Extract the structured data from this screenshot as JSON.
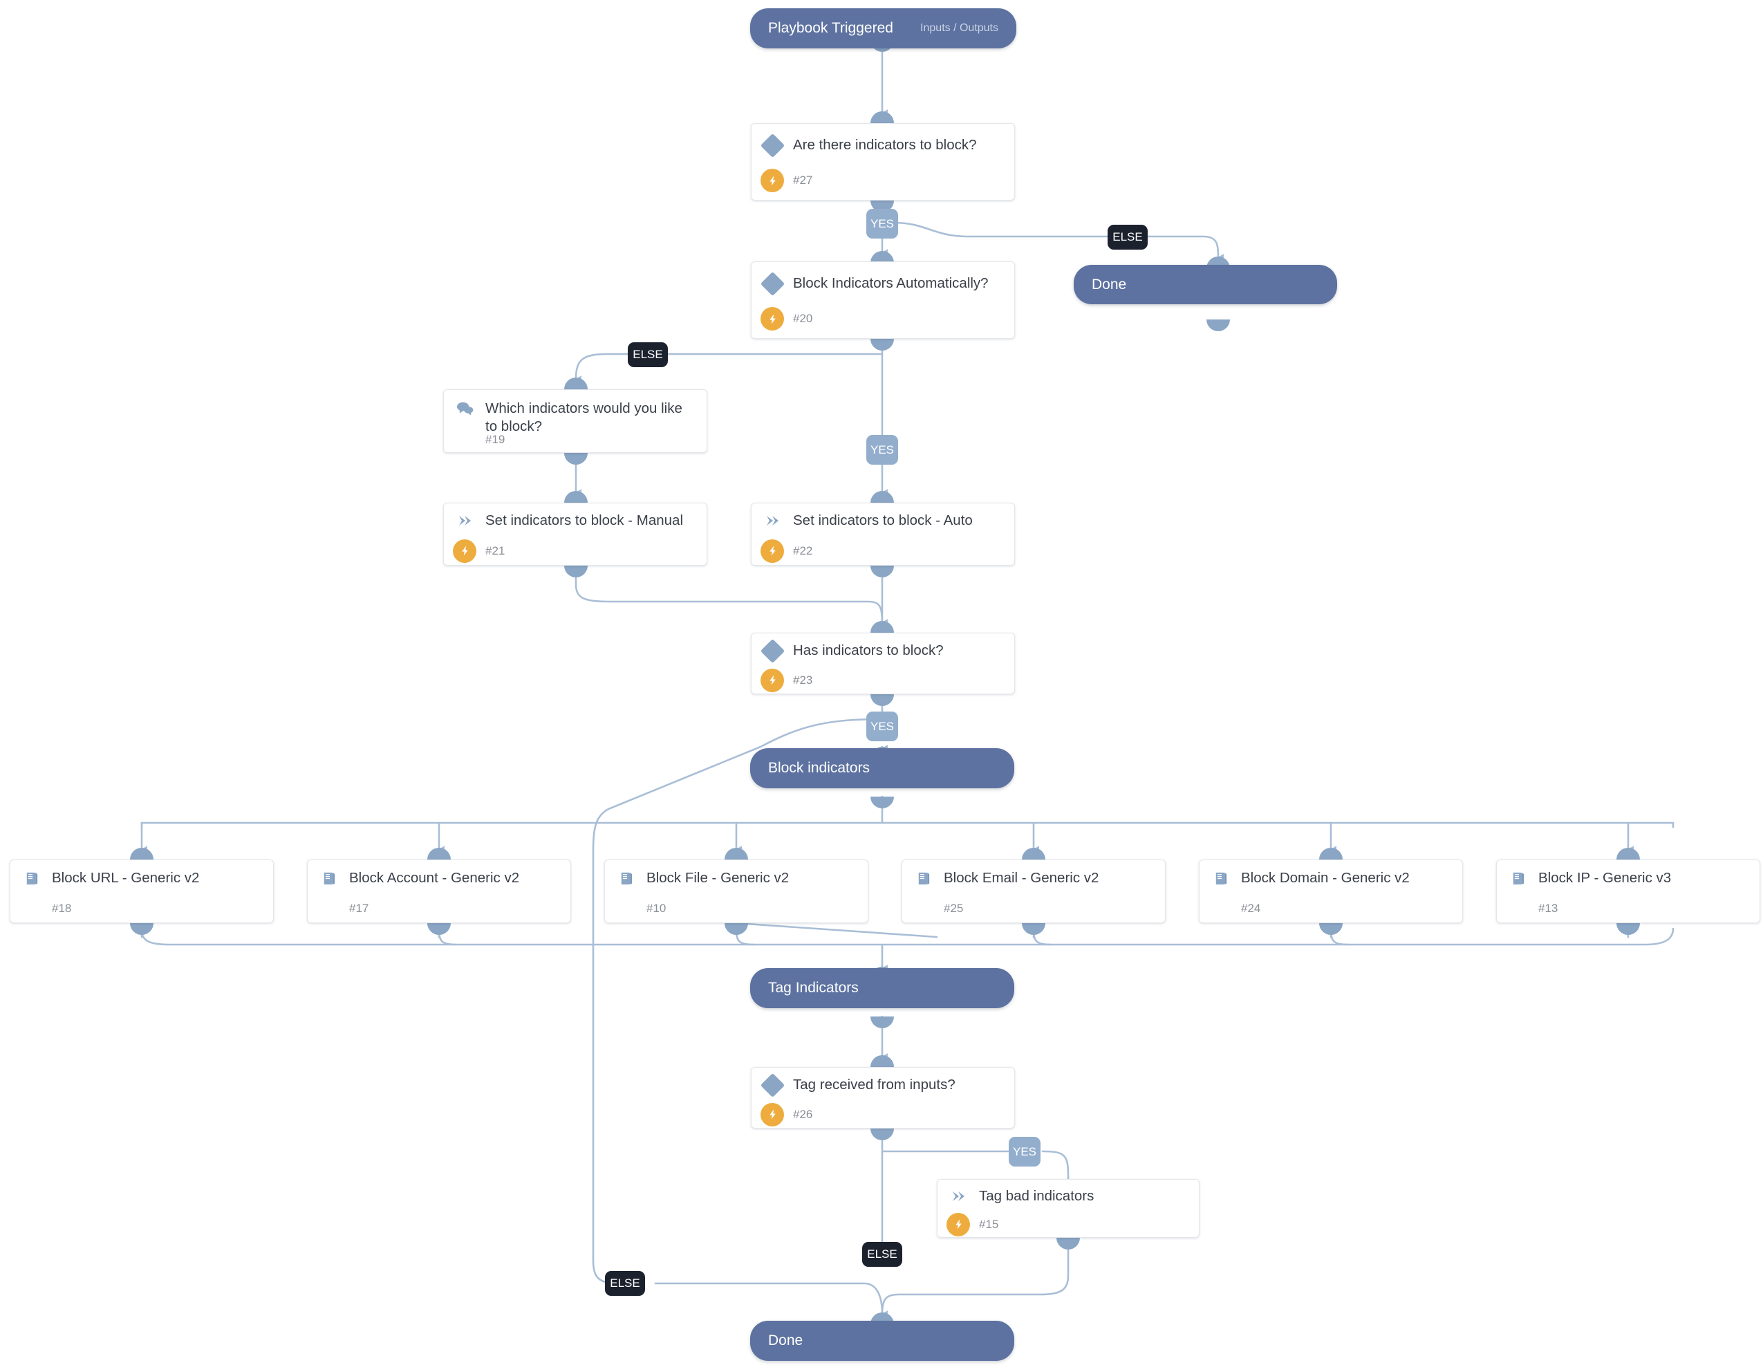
{
  "theme": {
    "accent_node": "#5d72a0",
    "anchor": "#8aa6c4",
    "wire": "#a9bed6",
    "yes_badge": "#93aecd",
    "else_badge": "#1c212e",
    "bolt_badge": "#eeac3e",
    "card_bg": "#ffffff",
    "title_text": "#3a3f48",
    "id_text": "#8b8f96"
  },
  "start": {
    "label": "Playbook Triggered",
    "sub": "Inputs / Outputs"
  },
  "sections": [
    {
      "label": "Block indicators"
    },
    {
      "label": "Tag Indicators"
    }
  ],
  "terminals": [
    {
      "label": "Done"
    },
    {
      "label": "Done"
    }
  ],
  "edge_labels": {
    "yes": "YES",
    "else": "ELSE"
  },
  "nodes": [
    {
      "title": "Are there indicators to block?",
      "id": "#27",
      "kind": "condition"
    },
    {
      "title": "Block Indicators Automatically?",
      "id": "#20",
      "kind": "condition"
    },
    {
      "title": "Which indicators would you like to block?",
      "id": "#19",
      "kind": "data-collection"
    },
    {
      "title": "Set indicators to block - Manual",
      "id": "#21",
      "kind": "task"
    },
    {
      "title": "Set indicators to block - Auto",
      "id": "#22",
      "kind": "task"
    },
    {
      "title": "Has indicators to block?",
      "id": "#23",
      "kind": "condition"
    },
    {
      "title": "Block URL - Generic v2",
      "id": "#18",
      "kind": "playbook"
    },
    {
      "title": "Block Account - Generic v2",
      "id": "#17",
      "kind": "playbook"
    },
    {
      "title": "Block File - Generic v2",
      "id": "#10",
      "kind": "playbook"
    },
    {
      "title": "Block Email - Generic v2",
      "id": "#25",
      "kind": "playbook"
    },
    {
      "title": "Block Domain - Generic v2",
      "id": "#24",
      "kind": "playbook"
    },
    {
      "title": "Block IP - Generic v3",
      "id": "#13",
      "kind": "playbook"
    },
    {
      "title": "Tag received from inputs?",
      "id": "#26",
      "kind": "condition"
    },
    {
      "title": "Tag bad indicators",
      "id": "#15",
      "kind": "task"
    }
  ],
  "icon_names": {
    "condition": "diamond-icon",
    "task": "chevron-right-icon",
    "data-collection": "speech-bubbles-icon",
    "playbook": "book-icon",
    "badge": "lightning-bolt-icon"
  }
}
